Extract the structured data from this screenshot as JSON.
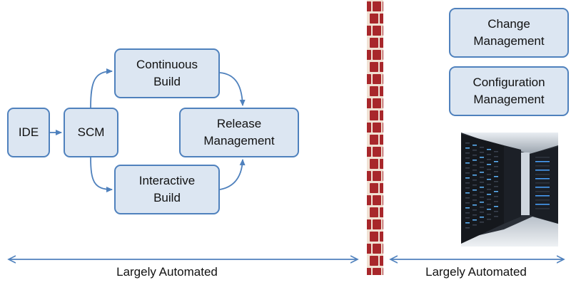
{
  "nodes": {
    "ide": {
      "line1": "IDE"
    },
    "scm": {
      "line1": "SCM"
    },
    "continuous_build": {
      "line1": "Continuous",
      "line2": "Build"
    },
    "interactive_build": {
      "line1": "Interactive",
      "line2": "Build"
    },
    "release_management": {
      "line1": "Release",
      "line2": "Management"
    },
    "change_management": {
      "line1": "Change",
      "line2": "Management"
    },
    "configuration_management": {
      "line1": "Configuration",
      "line2": "Management"
    }
  },
  "captions": {
    "left": "Largely Automated",
    "right": "Largely Automated"
  },
  "colors": {
    "box_fill": "#dce6f2",
    "box_border": "#4f81bd",
    "arrow": "#4f81bd",
    "brick": "#a8272b",
    "mortar": "#f0e2d4"
  },
  "images": {
    "server_room": "server-racks-photo",
    "wall": "brick-wall"
  }
}
